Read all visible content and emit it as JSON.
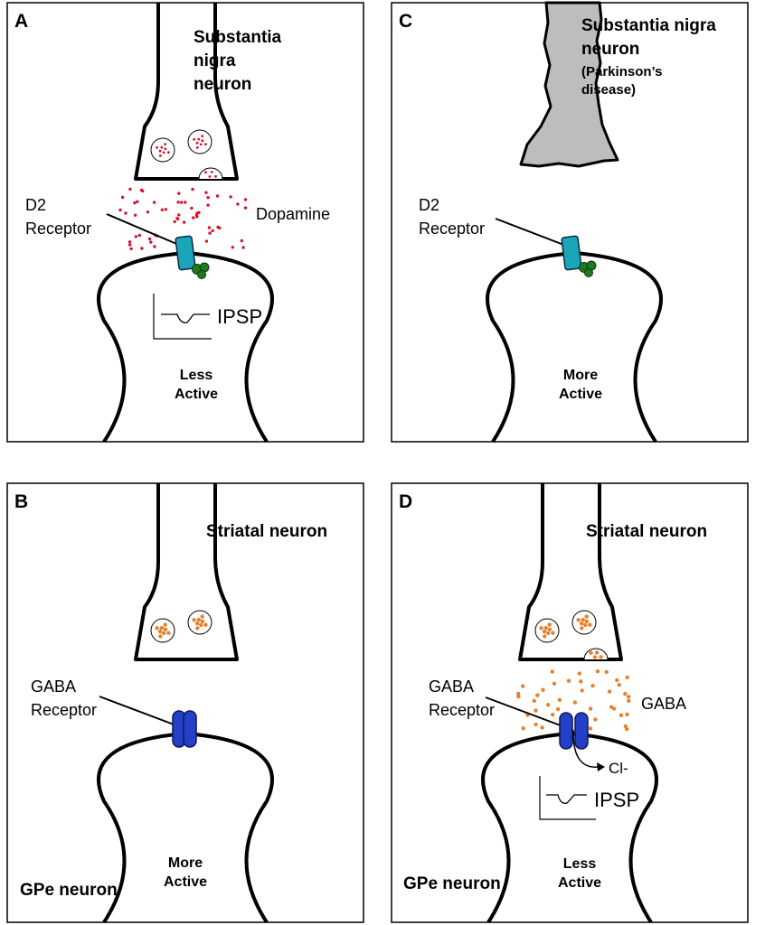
{
  "panels": {
    "a": {
      "letter": "A",
      "presynaptic": [
        "Substantia",
        "nigra",
        "neuron"
      ],
      "receptor": [
        "D2",
        "Receptor"
      ],
      "transmitter": "Dopamine",
      "trace": "IPSP",
      "activity": [
        "Less",
        "Active"
      ],
      "activity_color": "#e8141c"
    },
    "b": {
      "letter": "B",
      "presynaptic": "Striatal neuron",
      "receptor": [
        "GABA",
        "Receptor"
      ],
      "postsynaptic": "GPe neuron",
      "activity": [
        "More",
        "Active"
      ],
      "activity_color": "#2b4ba8"
    },
    "c": {
      "letter": "C",
      "presynaptic": [
        "Substantia nigra",
        "neuron"
      ],
      "condition": [
        "(Parkinson’s",
        "disease)"
      ],
      "receptor": [
        "D2",
        "Receptor"
      ],
      "activity": [
        "More",
        "Active"
      ],
      "activity_color": "#2b4ba8"
    },
    "d": {
      "letter": "D",
      "presynaptic": "Striatal neuron",
      "receptor": [
        "GABA",
        "Receptor"
      ],
      "transmitter": "GABA",
      "ion": "Cl-",
      "trace": "IPSP",
      "postsynaptic": "GPe neuron",
      "activity": [
        "Less",
        "Active"
      ],
      "activity_color": "#e8141c"
    }
  },
  "colors": {
    "dopamine": "#d8132c",
    "gaba": "#e8812e",
    "d2_receptor": "#1aa6b8",
    "g_protein": "#1f7a1f",
    "gaba_receptor": "#2440c8",
    "degenerated_neuron": "#bdbdbd"
  }
}
